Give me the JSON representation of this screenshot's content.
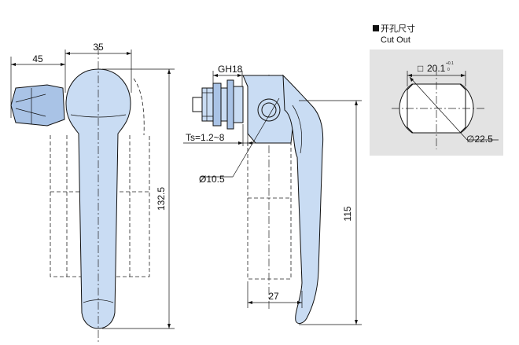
{
  "front_view": {
    "dim_width_offset": "45",
    "dim_handle_width": "35",
    "dim_total_height": "132.5"
  },
  "side_view": {
    "dim_nut": "GH18",
    "dim_thickness": "Ts=1.2~8",
    "dim_hole": "Ø10.5",
    "dim_height": "115",
    "dim_depth": "27"
  },
  "cutout": {
    "title_cn": "开孔尺寸",
    "title_en": "Cut Out",
    "square_symbol": "□",
    "dim_flat": "20.1",
    "tol_upper": "+0.1",
    "tol_lower": "0",
    "dim_diameter": "∅22.5"
  }
}
